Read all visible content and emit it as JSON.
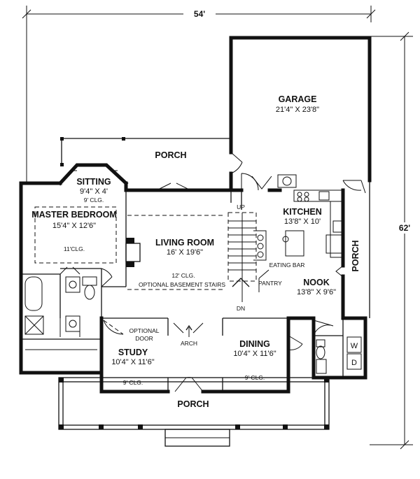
{
  "overall": {
    "width": "54'",
    "depth": "62'"
  },
  "rooms": {
    "garage": {
      "name": "GARAGE",
      "size": "21'4\" X 23'8\""
    },
    "porch_rear": {
      "name": "PORCH"
    },
    "sitting": {
      "name": "SITTING",
      "size": "9'4\" X 4'",
      "ceiling": "9' CLG."
    },
    "master": {
      "name": "MASTER BEDROOM",
      "size": "15'4\" X 12'6\"",
      "ceiling": "11'CLG."
    },
    "living": {
      "name": "LIVING ROOM",
      "size": "16' X 19'6\"",
      "ceiling": "12' CLG.",
      "note": "OPTIONAL BASEMENT STAIRS"
    },
    "kitchen": {
      "name": "KITCHEN",
      "size": "13'8\" X 10'"
    },
    "eating_bar": {
      "name": "EATING BAR"
    },
    "pantry": {
      "name": "PANTRY"
    },
    "nook": {
      "name": "NOOK",
      "size": "13'8\" X 9'6\""
    },
    "porch_side": {
      "name": "PORCH"
    },
    "study": {
      "name": "STUDY",
      "size": "10'4\" X 11'6\"",
      "ceiling": "9' CLG."
    },
    "optional_door": {
      "line1": "OPTIONAL",
      "line2": "DOOR"
    },
    "arch": {
      "name": "ARCH"
    },
    "dining": {
      "name": "DINING",
      "size": "10'4\" X 11'6\"",
      "ceiling": "9' CLG."
    },
    "porch_front": {
      "name": "PORCH"
    }
  },
  "stairs": {
    "up": "UP",
    "down": "DN"
  },
  "laundry": {
    "washer": "W",
    "dryer": "D"
  }
}
